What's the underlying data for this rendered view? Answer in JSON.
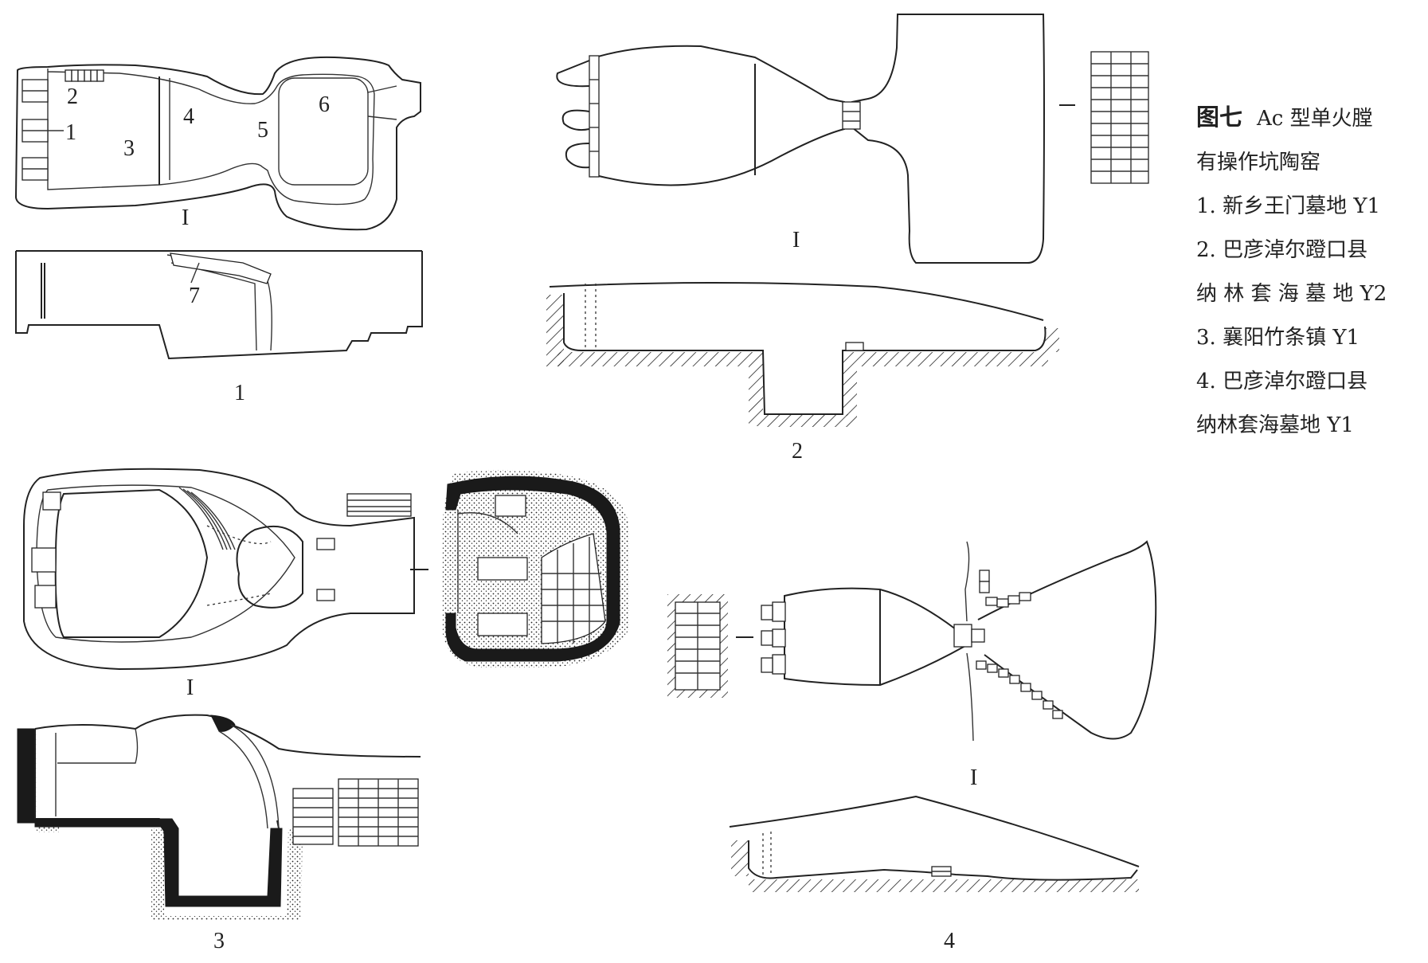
{
  "caption": {
    "figure_no": "图七",
    "title_line1": "Ac 型单火膛",
    "title_line2": "有操作坑陶窑",
    "items": [
      "1. 新乡王门墓地 Y1",
      "2. 巴彦淖尔蹬口县",
      "纳 林 套 海 墓 地 Y2",
      "3. 襄阳竹条镇 Y1",
      "4. 巴彦淖尔蹬口县",
      "纳林套海墓地 Y1"
    ]
  },
  "panels": {
    "p1": {
      "number": "1",
      "part_labels": [
        "1",
        "2",
        "3",
        "4",
        "5",
        "6",
        "7"
      ],
      "section_mark": "I"
    },
    "p2": {
      "number": "2",
      "section_mark": "I"
    },
    "p3": {
      "number": "3",
      "section_mark": "I"
    },
    "p4": {
      "number": "4",
      "section_mark": "I"
    }
  }
}
